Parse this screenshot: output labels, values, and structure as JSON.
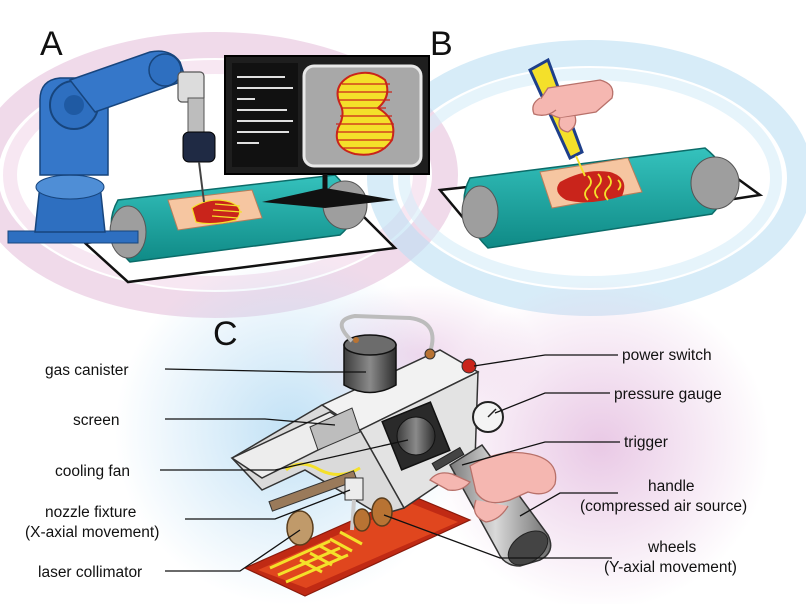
{
  "panels": {
    "a": "A",
    "b": "B",
    "c": "C"
  },
  "labels": {
    "gas_canister": "gas canister",
    "screen": "screen",
    "cooling_fan": "cooling fan",
    "nozzle_fixture_line1": "nozzle fixture",
    "nozzle_fixture_line2": "(X-axial movement)",
    "laser_collimator": "laser collimator",
    "power_switch": "power switch",
    "pressure_gauge": "pressure gauge",
    "trigger": "trigger",
    "handle_line1": "handle",
    "handle_line2": "(compressed air source)",
    "wheels_line1": "wheels",
    "wheels_line2": "(Y-axial movement)"
  },
  "colors": {
    "robot_blue": "#2e6fc0",
    "bed_teal": "#1aa9a4",
    "tissue_red": "#c9241b",
    "pattern_yellow": "#f4e02a",
    "skin_pink": "#f5b7b1",
    "device_gray": "#e6e6e6",
    "laser_red": "#d93a1c"
  }
}
